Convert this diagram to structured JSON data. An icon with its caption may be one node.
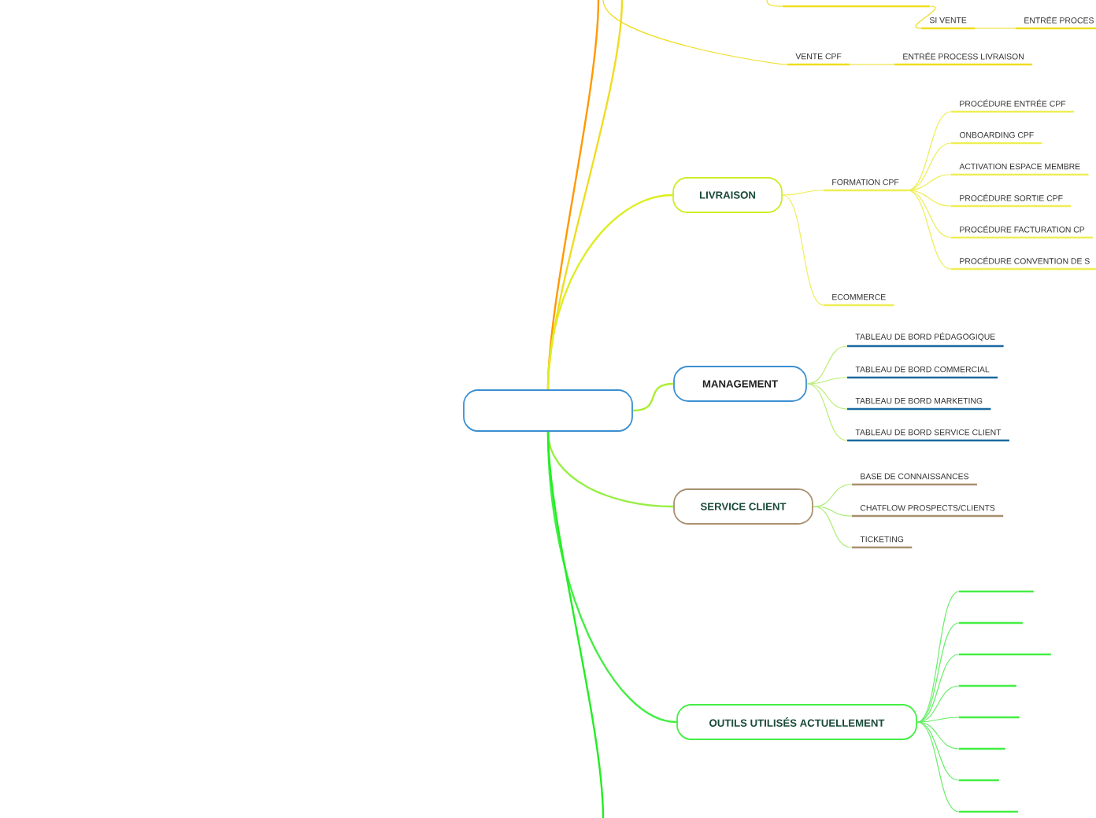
{
  "diagram": {
    "nodes": [
      {
        "text": [],
        "shape": "box"
      },
      {
        "text": [],
        "shape": "bar"
      },
      {
        "text": [
          "SI VENTE"
        ]
      },
      {
        "text": [
          "ENTRÉE PROCES"
        ]
      },
      {
        "text": [
          "VENTE CPF"
        ]
      },
      {
        "text": [
          "ENTRÉE PROCESS LIVRAISON"
        ]
      },
      {
        "text": [
          "LIVRAISON"
        ]
      },
      {
        "text": [
          "FORMATION CPF"
        ]
      },
      {
        "text": [
          "PROCÉDURE ENTRÉE CPF"
        ]
      },
      {
        "text": [
          "ONBOARDING CPF"
        ]
      },
      {
        "text": [
          "ACTIVATION ESPACE MEMBRE"
        ]
      },
      {
        "text": [
          "PROCÉDURE SORTIE CPF"
        ]
      },
      {
        "text": [
          "PROCÉDURE FACTURATION CP"
        ]
      },
      {
        "text": [
          "PROCÉDURE CONVENTION DE S"
        ]
      },
      {
        "text": [
          "ECOMMERCE"
        ]
      },
      {
        "text": [
          "MANAGEMENT"
        ]
      },
      {
        "text": [
          "TABLEAU DE BORD PÉDAGOGIQUE"
        ]
      },
      {
        "text": [
          "TABLEAU DE BORD COMMERCIAL"
        ]
      },
      {
        "text": [
          "TABLEAU DE BORD MARKETING"
        ]
      },
      {
        "text": [
          "TABLEAU DE BORD SERVICE CLIENT"
        ]
      },
      {
        "text": [
          "SERVICE CLIENT"
        ]
      },
      {
        "text": [
          "BASE DE CONNAISSANCES"
        ]
      },
      {
        "text": [
          "CHATFLOW PROSPECTS/CLIENTS"
        ]
      },
      {
        "text": [
          "TICKETING"
        ]
      },
      {
        "text": [
          "OUTILS UTILISÉS ACTUELLEMENT"
        ]
      },
      {
        "text": [],
        "shape": "bar"
      },
      {
        "text": [],
        "shape": "bar"
      },
      {
        "text": [],
        "shape": "bar"
      },
      {
        "text": [],
        "shape": "bar"
      },
      {
        "text": [],
        "shape": "bar"
      },
      {
        "text": [],
        "shape": "bar"
      },
      {
        "text": [],
        "shape": "bar"
      },
      {
        "text": [],
        "shape": "bar"
      }
    ],
    "edges": [
      {
        "from": 0,
        "to": null,
        "arrow": "none",
        "color": "#ff9900"
      },
      {
        "from": 0,
        "to": null,
        "arrow": "none",
        "color": "#eedd22"
      },
      {
        "from": null,
        "to": 1,
        "arrow": "none",
        "color": "#eedd22"
      },
      {
        "from": 1,
        "to": 2,
        "arrow": "none",
        "color": "#eedd22"
      },
      {
        "from": 2,
        "to": 3,
        "arrow": "none",
        "color": "#eedd22"
      },
      {
        "from": null,
        "to": 4,
        "arrow": "none",
        "color": "#eedd22"
      },
      {
        "from": 4,
        "to": 5,
        "arrow": "none",
        "color": "#eedd22"
      },
      {
        "from": 0,
        "to": 6,
        "arrow": "none",
        "color": "#ddee22"
      },
      {
        "from": 6,
        "to": 7,
        "arrow": "none",
        "color": "#eeee55"
      },
      {
        "from": 7,
        "to": 8,
        "arrow": "none",
        "color": "#eeee55"
      },
      {
        "from": 7,
        "to": 9,
        "arrow": "none",
        "color": "#eeee55"
      },
      {
        "from": 7,
        "to": 10,
        "arrow": "none",
        "color": "#eeee55"
      },
      {
        "from": 7,
        "to": 11,
        "arrow": "none",
        "color": "#eeee55"
      },
      {
        "from": 7,
        "to": 12,
        "arrow": "none",
        "color": "#eeee55"
      },
      {
        "from": 7,
        "to": 13,
        "arrow": "none",
        "color": "#eeee55"
      },
      {
        "from": 6,
        "to": 14,
        "arrow": "none",
        "color": "#eeee55"
      },
      {
        "from": 0,
        "to": 15,
        "arrow": "none",
        "color": "#aaee33"
      },
      {
        "from": 15,
        "to": 16,
        "arrow": "none",
        "color": "#bbee77"
      },
      {
        "from": 15,
        "to": 17,
        "arrow": "none",
        "color": "#bbee77"
      },
      {
        "from": 15,
        "to": 18,
        "arrow": "none",
        "color": "#bbee77"
      },
      {
        "from": 15,
        "to": 19,
        "arrow": "none",
        "color": "#bbee77"
      },
      {
        "from": 0,
        "to": 20,
        "arrow": "none",
        "color": "#99ee44"
      },
      {
        "from": 20,
        "to": 21,
        "arrow": "none",
        "color": "#aaee77"
      },
      {
        "from": 20,
        "to": 22,
        "arrow": "none",
        "color": "#aaee77"
      },
      {
        "from": 20,
        "to": 23,
        "arrow": "none",
        "color": "#aaee77"
      },
      {
        "from": 0,
        "to": 24,
        "arrow": "none",
        "color": "#44ee44"
      },
      {
        "from": 24,
        "to": 25,
        "arrow": "none",
        "color": "#66ee66"
      },
      {
        "from": 24,
        "to": 26,
        "arrow": "none",
        "color": "#66ee66"
      },
      {
        "from": 24,
        "to": 27,
        "arrow": "none",
        "color": "#66ee66"
      },
      {
        "from": 24,
        "to": 28,
        "arrow": "none",
        "color": "#66ee66"
      },
      {
        "from": 24,
        "to": 29,
        "arrow": "none",
        "color": "#66ee66"
      },
      {
        "from": 24,
        "to": 30,
        "arrow": "none",
        "color": "#66ee66"
      },
      {
        "from": 24,
        "to": 31,
        "arrow": "none",
        "color": "#66ee66"
      },
      {
        "from": 24,
        "to": 32,
        "arrow": "none",
        "color": "#66ee66"
      },
      {
        "from": 0,
        "to": null,
        "arrow": "none",
        "color": "#22ee22"
      }
    ]
  }
}
